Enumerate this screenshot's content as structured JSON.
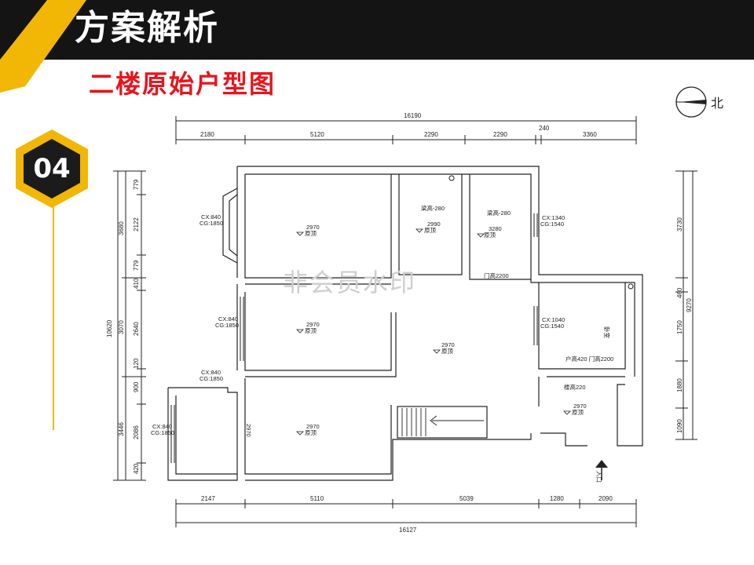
{
  "header": {
    "title": "方案解析"
  },
  "slide": {
    "subtitle": "二楼原始户型图",
    "badge": "04",
    "watermark": "非会员水印"
  },
  "compass": {
    "north_label": "北"
  },
  "colors": {
    "accent_yellow": "#f2b705",
    "header_bg": "#141414",
    "subtitle_red": "#e8141d"
  },
  "dims": {
    "top_total": "16190",
    "top_segments": [
      "2180",
      "5120",
      "2290",
      "2290",
      "240",
      "3360"
    ],
    "bottom_total": "16127",
    "bottom_segments": [
      "2147",
      "5110",
      "5039",
      "1280",
      "2090"
    ],
    "left_total": "10620",
    "left_mid": [
      "3680",
      "3070",
      "3446"
    ],
    "left_inner": [
      "779",
      "2122",
      "779",
      "410",
      "2640",
      "120",
      "900",
      "2086",
      "420"
    ],
    "right_total": "9270",
    "right_mid": [
      "3730",
      "1750",
      "1880",
      "1090"
    ],
    "right_inner": "460"
  },
  "rooms": {
    "ceiling": "2970",
    "ceiling_label": "原顶",
    "room_a_beam": "梁高-280",
    "room_a_ceiling": "2990",
    "room_b_beam": "梁高-280",
    "room_b_ceiling": "3280",
    "door_2200": "门高2200",
    "window_cx_840": "CX:840",
    "window_cg_1850": "CG:1850",
    "window_cx_1340": "CX:1340",
    "window_cg_1540": "CG:1540",
    "window_cx_1040": "CX:1040",
    "window_cg_1540b": "CG:1540",
    "window_cx_840_c": "CX:840",
    "window_cg_1850_c": "CG:1850",
    "window_cx_840_d": "CX:840",
    "window_cg_1850_d": "CG:1850",
    "window_cx_840_e": "CX:840",
    "window_cg_1850_e": "CG:1850",
    "gap_door": "户高420 门高2200",
    "stair_beam": "楼高220",
    "side_room": "卧室",
    "col_note": "2970",
    "entrance": "入口"
  }
}
